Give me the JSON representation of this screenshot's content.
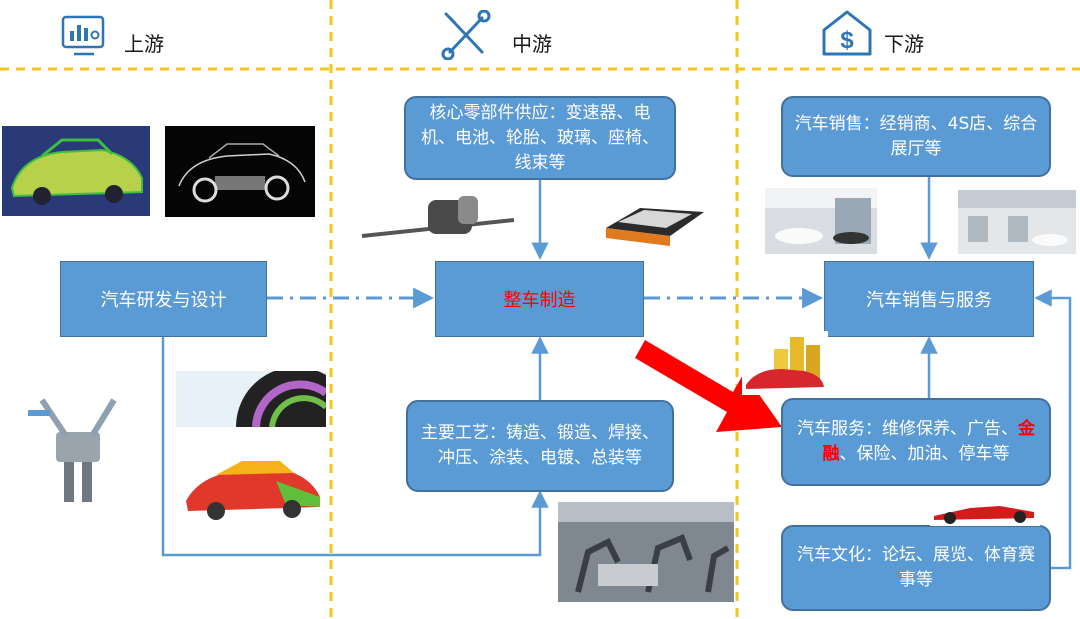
{
  "header": {
    "upstream": "上游",
    "midstream": "中游",
    "downstream": "下游"
  },
  "boxes": {
    "rd_design": "汽车研发与设计",
    "manufacturing": "整车制造",
    "sales_service": "汽车销售与服务",
    "components": "核心零部件供应：变速器、电机、电池、轮胎、玻璃、座椅、线束等",
    "process": "主要工艺：铸造、锻造、焊接、冲压、涂装、电镀、总装等",
    "car_sales": "汽车销售：经销商、4S店、综合展厅等",
    "service_before": "汽车服务：维修保养、广告、",
    "service_highlight": "金融",
    "service_after": "、保险、加油、停车等",
    "culture": "汽车文化：论坛、展览、体育赛事等"
  },
  "colors": {
    "box_fill": "#5b9bd5",
    "box_border": "#41719c",
    "divider": "#f5c518",
    "highlight": "#ff0000",
    "icon": "#2e75b6"
  },
  "icons": [
    "monitor-chart-icon",
    "wrench-screwdriver-icon",
    "house-dollar-icon"
  ]
}
